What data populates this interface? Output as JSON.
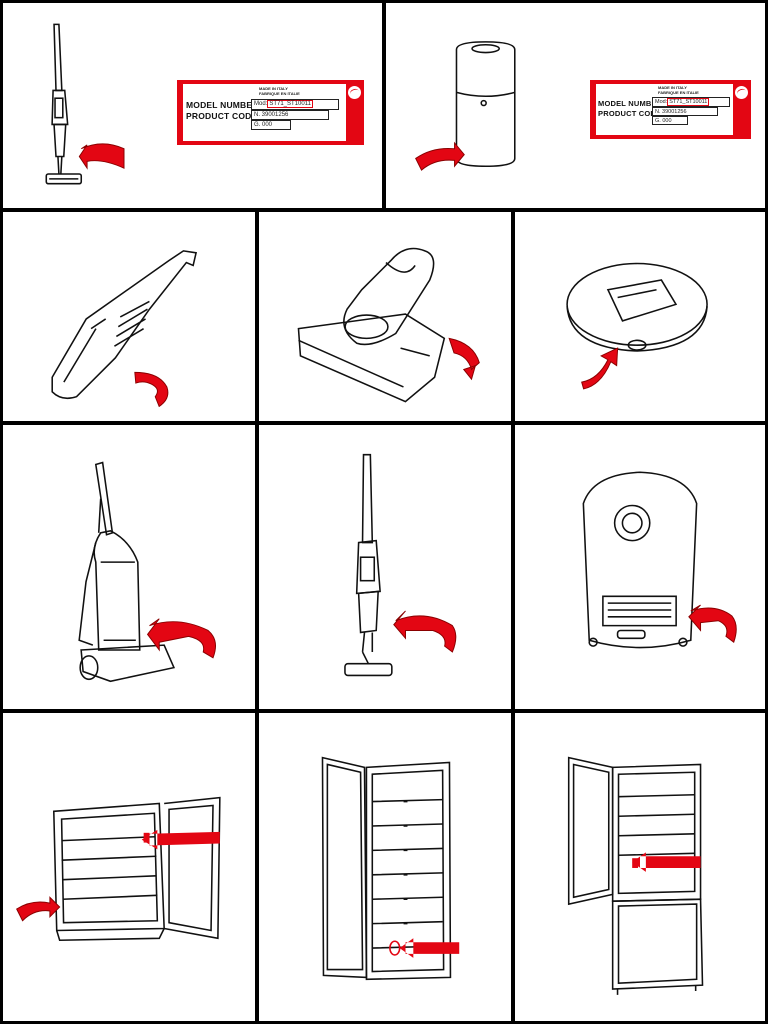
{
  "label": {
    "model_number": "MODEL NUMBER",
    "product_code": "PRODUCT CODE",
    "made_in": "MADE IN ITALY",
    "made_in_sub": "FABRIQUE EN ITALIE",
    "mod_prefix": "Mod:",
    "mod_value": "ST71_ST10011",
    "n_value": "N. 39001256",
    "g_value": "G. 000"
  },
  "colors": {
    "accent": "#e30613",
    "line": "#111111"
  },
  "icons": [
    "stick-vacuum-icon",
    "air-purifier-icon",
    "handheld-vacuum-icon",
    "mattress-vacuum-icon",
    "robot-vacuum-icon",
    "upright-vacuum-icon",
    "cordless-stick-vacuum-icon",
    "cylinder-vacuum-icon",
    "under-counter-fridge-icon",
    "tall-freezer-icon",
    "fridge-freezer-icon"
  ]
}
